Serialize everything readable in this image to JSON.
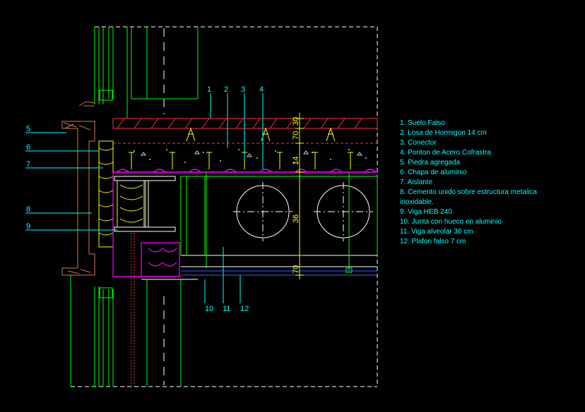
{
  "colors": {
    "background": "#000000",
    "cyan": "#00ffff",
    "green": "#00ff00",
    "yellow": "#ffff00",
    "magenta": "#ff00ff",
    "red": "#ff3333",
    "white": "#ffffff",
    "blue": "#3366ff",
    "brown": "#cc7755"
  },
  "top_callouts": [
    "1",
    "2",
    "3",
    "4"
  ],
  "left_callouts": [
    "5",
    "6",
    "7",
    "8",
    "9"
  ],
  "bottom_callouts": [
    "10",
    "11",
    "12"
  ],
  "dimensions": {
    "d30": "30",
    "d70_top": "70",
    "d14": "14",
    "d36": "36",
    "d70_bottom": "70"
  },
  "legend": [
    "1. Suelo Falso",
    "2. Losa de Hormigon 14 cm",
    "3. Conector",
    "4. Ponton de Acero Cofrastra",
    "5. Piedra agregada",
    "6. Chapa de aluminio",
    "7. Aislante",
    "8. Cemento unido sobre estructura metalica",
    "inoxidable.",
    "9. Viga HEB 240",
    "10. Junta con hueco en aluminio",
    "11. Viga alveolar 36 cm",
    "12. Plafon falso 7 cm"
  ]
}
